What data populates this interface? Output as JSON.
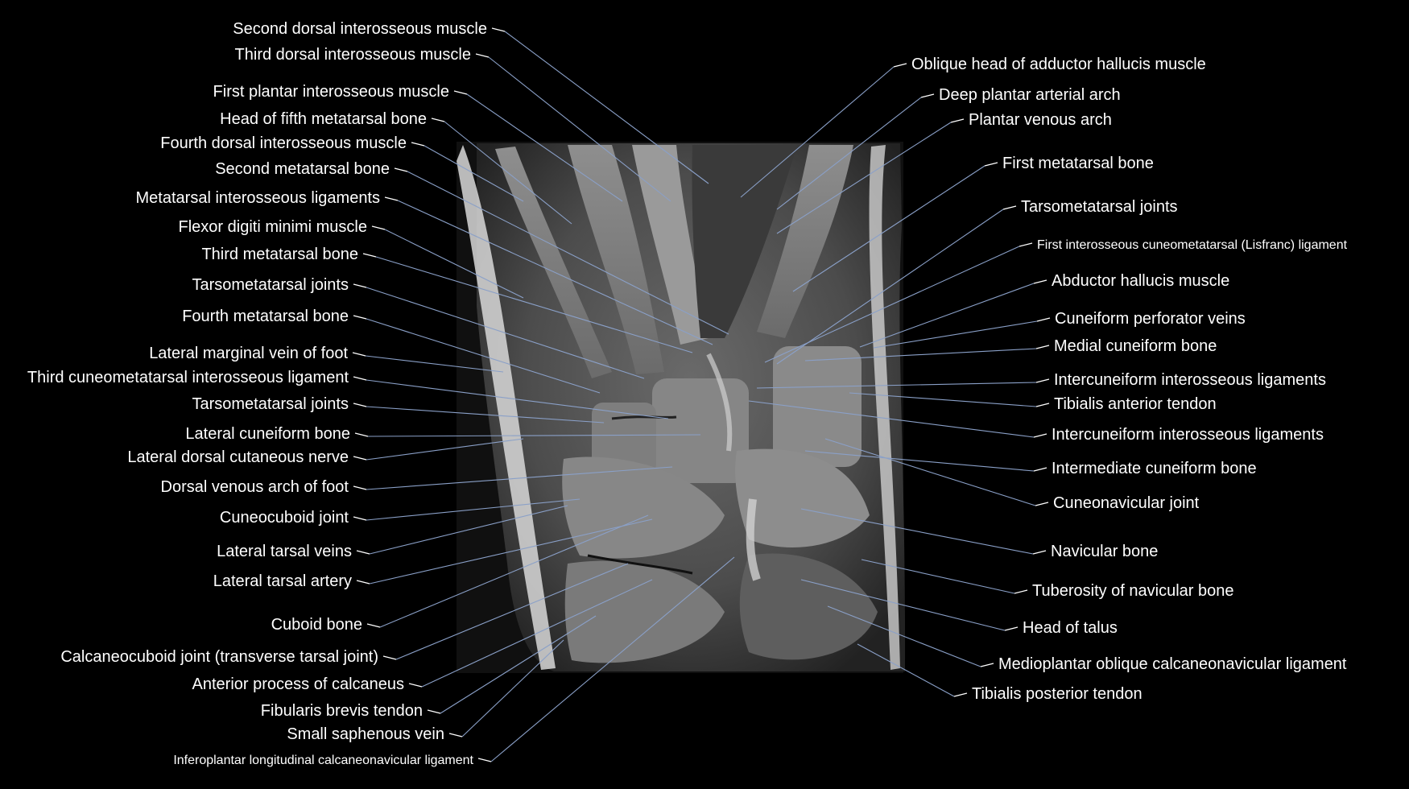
{
  "colors": {
    "background": "#000000",
    "label_text": "#ffffff",
    "leader_line": "#8aa0c8"
  },
  "image": {
    "alt": "MRI foot"
  },
  "labels_left": [
    "Second dorsal interosseous muscle",
    "Third dorsal interosseous muscle",
    "First plantar interosseous muscle",
    "Head of fifth metatarsal bone",
    "Fourth dorsal interosseous muscle",
    "Second metatarsal bone",
    "Metatarsal interosseous ligaments",
    "Flexor digiti minimi muscle",
    "Third metatarsal bone",
    "Tarsometatarsal joints",
    "Fourth metatarsal bone",
    "Lateral marginal vein of foot",
    "Third cuneometatarsal interosseous ligament",
    "Tarsometatarsal joints",
    "Lateral cuneiform bone",
    "Lateral dorsal cutaneous nerve",
    "Dorsal venous arch of foot",
    "Cuneocuboid joint",
    "Lateral tarsal veins",
    "Lateral tarsal artery",
    "Cuboid bone",
    "Calcaneocuboid joint (transverse tarsal joint)",
    "Anterior process of calcaneus",
    "Fibularis brevis tendon",
    "Small saphenous vein",
    "Inferoplantar longitudinal calcaneonavicular ligament"
  ],
  "labels_right": [
    "Oblique head of adductor hallucis muscle",
    "Deep plantar arterial arch",
    "Plantar venous arch",
    "First metatarsal bone",
    "Tarsometatarsal joints",
    "First interosseous cuneometatarsal (Lisfranc) ligament",
    "Abductor hallucis muscle",
    "Cuneiform perforator veins",
    "Medial cuneiform bone",
    "Intercuneiform interosseous ligaments",
    "Tibialis anterior tendon",
    "Intercuneiform interosseous ligaments",
    "Intermediate cuneiform bone",
    "Cuneonavicular joint",
    "Navicular bone",
    "Tuberosity of navicular bone",
    "Head of talus",
    "Medioplantar oblique calcaneonavicular ligament",
    "Tibialis posterior tendon"
  ]
}
